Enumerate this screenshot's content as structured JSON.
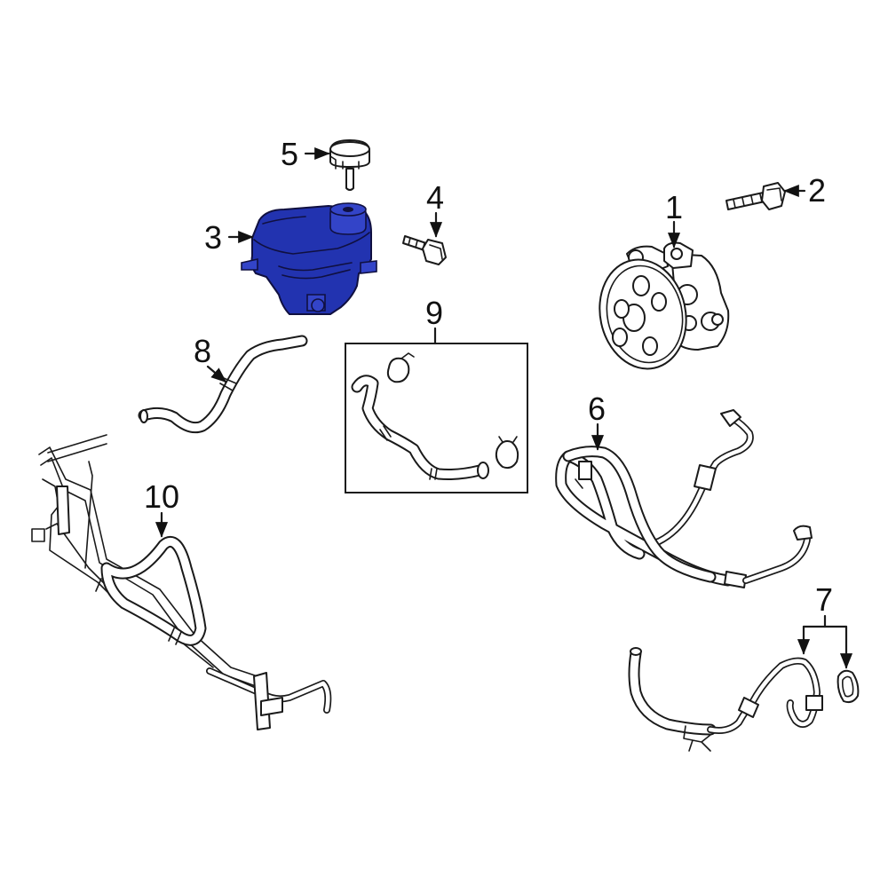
{
  "diagram": {
    "highlight_color": "#2233b0",
    "callouts": [
      {
        "id": "callout-1",
        "label": "1"
      },
      {
        "id": "callout-2",
        "label": "2"
      },
      {
        "id": "callout-3",
        "label": "3"
      },
      {
        "id": "callout-4",
        "label": "4"
      },
      {
        "id": "callout-5",
        "label": "5"
      },
      {
        "id": "callout-6",
        "label": "6"
      },
      {
        "id": "callout-7",
        "label": "7"
      },
      {
        "id": "callout-8",
        "label": "8"
      },
      {
        "id": "callout-9",
        "label": "9"
      },
      {
        "id": "callout-10",
        "label": "10"
      }
    ]
  }
}
